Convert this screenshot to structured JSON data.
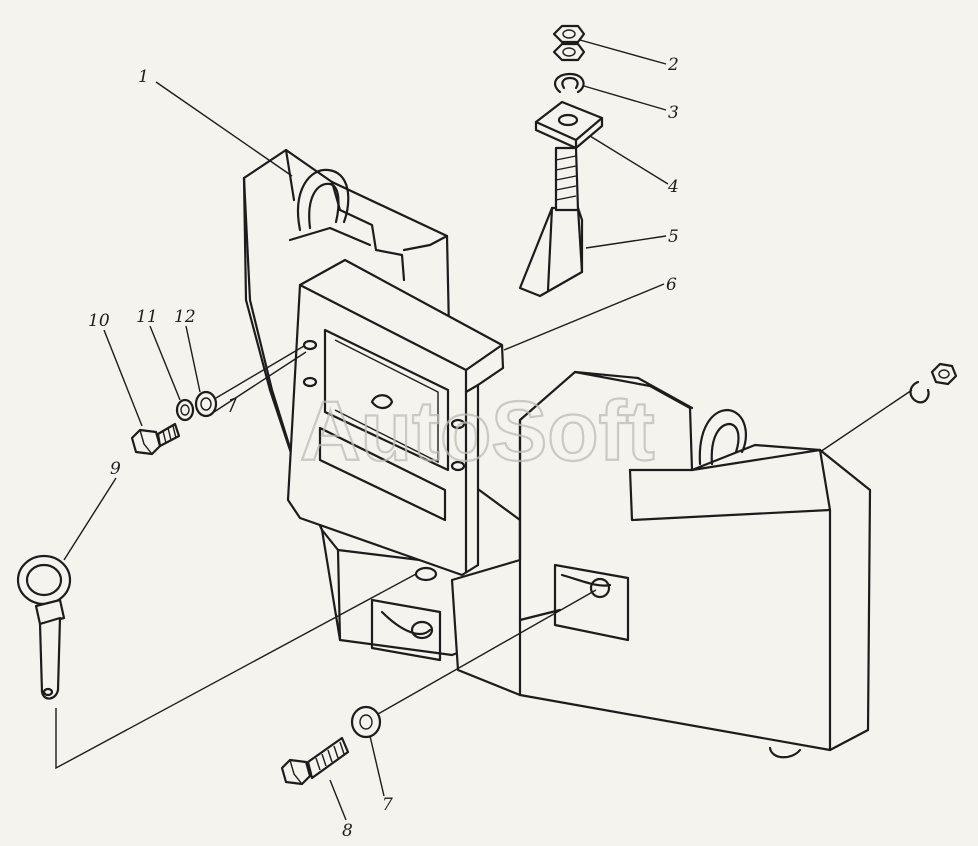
{
  "watermark": "AutoSoft",
  "callouts": [
    {
      "id": "c1",
      "label": "1"
    },
    {
      "id": "c2",
      "label": "2"
    },
    {
      "id": "c3",
      "label": "3"
    },
    {
      "id": "c4",
      "label": "4"
    },
    {
      "id": "c5",
      "label": "5"
    },
    {
      "id": "c6",
      "label": "6"
    },
    {
      "id": "c7",
      "label": "7"
    },
    {
      "id": "c8",
      "label": "8"
    },
    {
      "id": "c9",
      "label": "9"
    },
    {
      "id": "c10",
      "label": "10"
    },
    {
      "id": "c11",
      "label": "11"
    },
    {
      "id": "c12",
      "label": "12"
    }
  ]
}
